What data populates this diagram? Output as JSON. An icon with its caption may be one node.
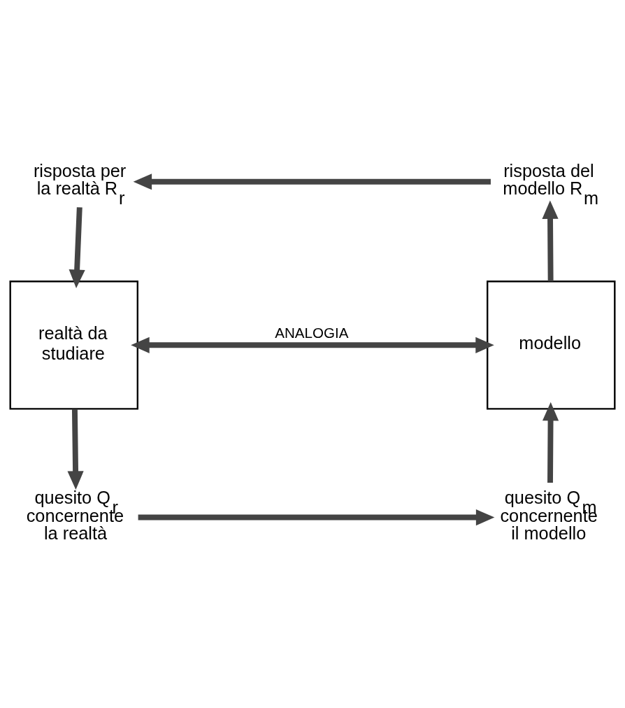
{
  "diagram": {
    "nodes": [
      {
        "text": [
          "risposta per la realtà R$_{r}$"
        ]
      },
      {
        "text": [
          "risposta del modello R$_{m}$"
        ]
      },
      {
        "text": [
          "realtà da studiare"
        ]
      },
      {
        "text": [
          "modello"
        ]
      },
      {
        "text": [
          "quesito Q$_{r}$ concernente la realtà"
        ]
      },
      {
        "text": [
          "quesito Q$_{m}$ concernente il modello"
        ]
      }
    ],
    "edges": [
      {
        "from": 1,
        "to": 0,
        "arrow": "to"
      },
      {
        "from": 0,
        "to": 2,
        "arrow": "to"
      },
      {
        "from": 2,
        "to": 3,
        "label": "ANALOGIA",
        "arrow": "both"
      },
      {
        "from": 2,
        "to": 4,
        "arrow": "to"
      },
      {
        "from": 4,
        "to": 5,
        "arrow": "to"
      },
      {
        "from": 5,
        "to": 3,
        "arrow": "to"
      },
      {
        "from": 3,
        "to": 1,
        "arrow": "to"
      }
    ]
  }
}
